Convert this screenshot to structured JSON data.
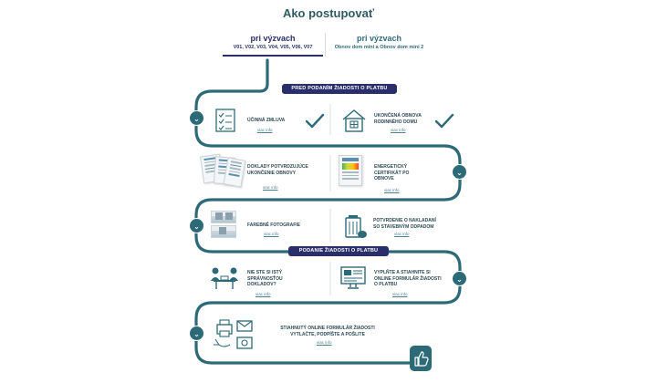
{
  "page": {
    "title": "Ako postupovať"
  },
  "tabs": [
    {
      "label": "pri výzvach",
      "sub": "V01, V02, V03, V04, V05, V06, V07",
      "active": true
    },
    {
      "label": "pri výzvach",
      "sub": "Obnov dom mini a Obnov dom mini 2",
      "active": false
    }
  ],
  "sections": {
    "before": "PRED PODANÍM ŽIADOSTI O PLATBU",
    "submit": "PODANIE ŽIADOSTI O PLATBU"
  },
  "link_text": "viac info",
  "steps": [
    {
      "label": "ÚČINNÁ ZMLUVA",
      "icon": "checklist-icon",
      "checked": true
    },
    {
      "label": "UKONČENÁ OBNOVA RODINNÉHO DOMU",
      "icon": "house-icon",
      "checked": true
    },
    {
      "label": "DOKLADY POTVRDZUJÚCE UKONČENIE OBNOVY",
      "icon": "documents-icon"
    },
    {
      "label": "ENERGETICKÝ CERTIFIKÁT PO OBNOVE",
      "icon": "certificate-icon"
    },
    {
      "label": "FAREBNÉ FOTOGRAFIE",
      "icon": "photos-icon"
    },
    {
      "label": "POTVRDENIE O NAKLADANÍ SO STAVEBNÝM ODPADOM",
      "icon": "waste-bin-icon"
    },
    {
      "label": "NIE STE SI ISTÝ SPRÁVNOSŤOU DOKLADOV?",
      "icon": "consultation-icon"
    },
    {
      "label": "VYPLŇTE A STIAHNITE SI ONLINE FORMULÁR ŽIADOSTI O PLATBU",
      "icon": "online-form-icon"
    },
    {
      "label": "STIAHNUTÝ ONLINE FORMULÁR ŽIADOSTI VYTLAČTE, PODPÍŠTE A POŠLITE",
      "icon": "print-mail-icon"
    }
  ],
  "colors": {
    "path": "#2d6a77",
    "pill": "#2a2f6b",
    "text": "#2c4a57",
    "link": "#4d7f8d"
  }
}
